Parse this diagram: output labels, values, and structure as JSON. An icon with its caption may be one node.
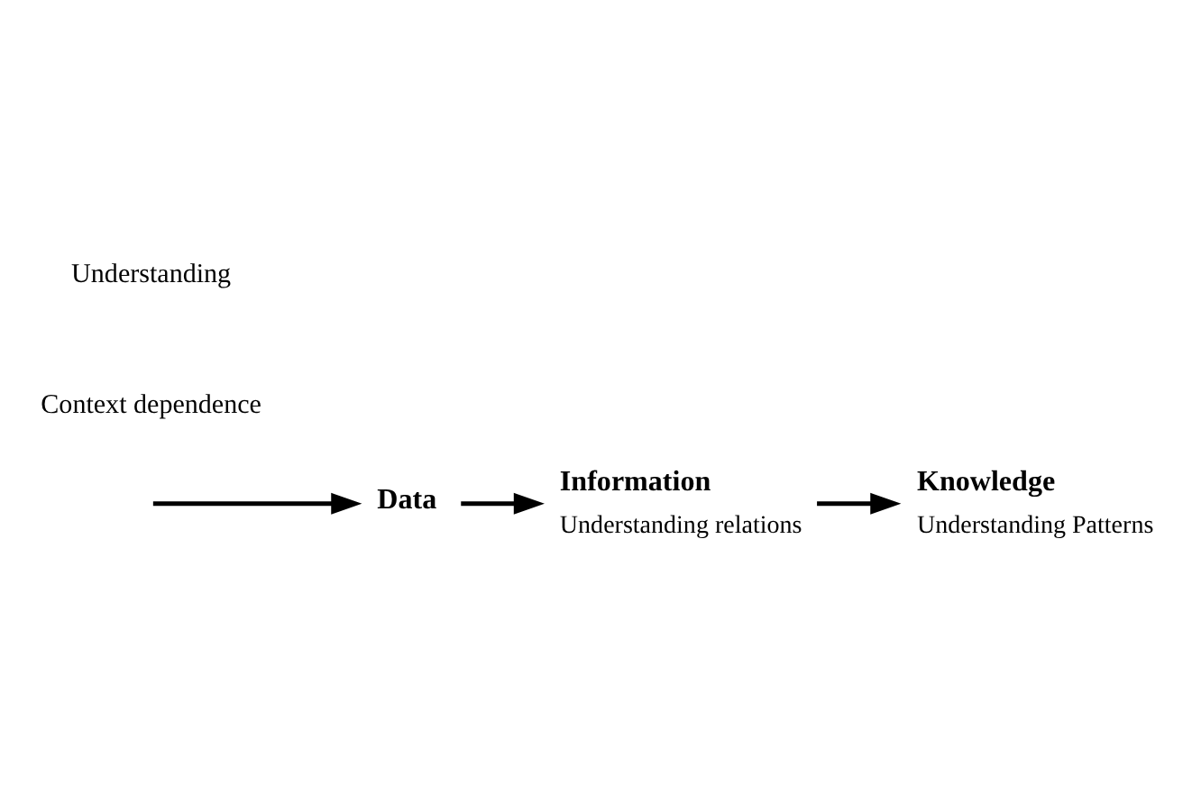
{
  "diagram": {
    "nodes": [
      {
        "text": [
          "Data"
        ]
      },
      {
        "text": [
          "Information"
        ],
        "beside": [
          "Understanding relations"
        ]
      },
      {
        "text": [
          "Knowledge"
        ],
        "beside": [
          "Understanding Patterns"
        ]
      }
    ],
    "edges": [
      {
        "from": null,
        "to": 0,
        "arrow": "to"
      },
      {
        "from": 0,
        "to": 1,
        "arrow": "to"
      },
      {
        "from": 1,
        "to": 2,
        "arrow": "to"
      }
    ],
    "labels": [
      "Context dependence",
      "Understanding"
    ]
  }
}
